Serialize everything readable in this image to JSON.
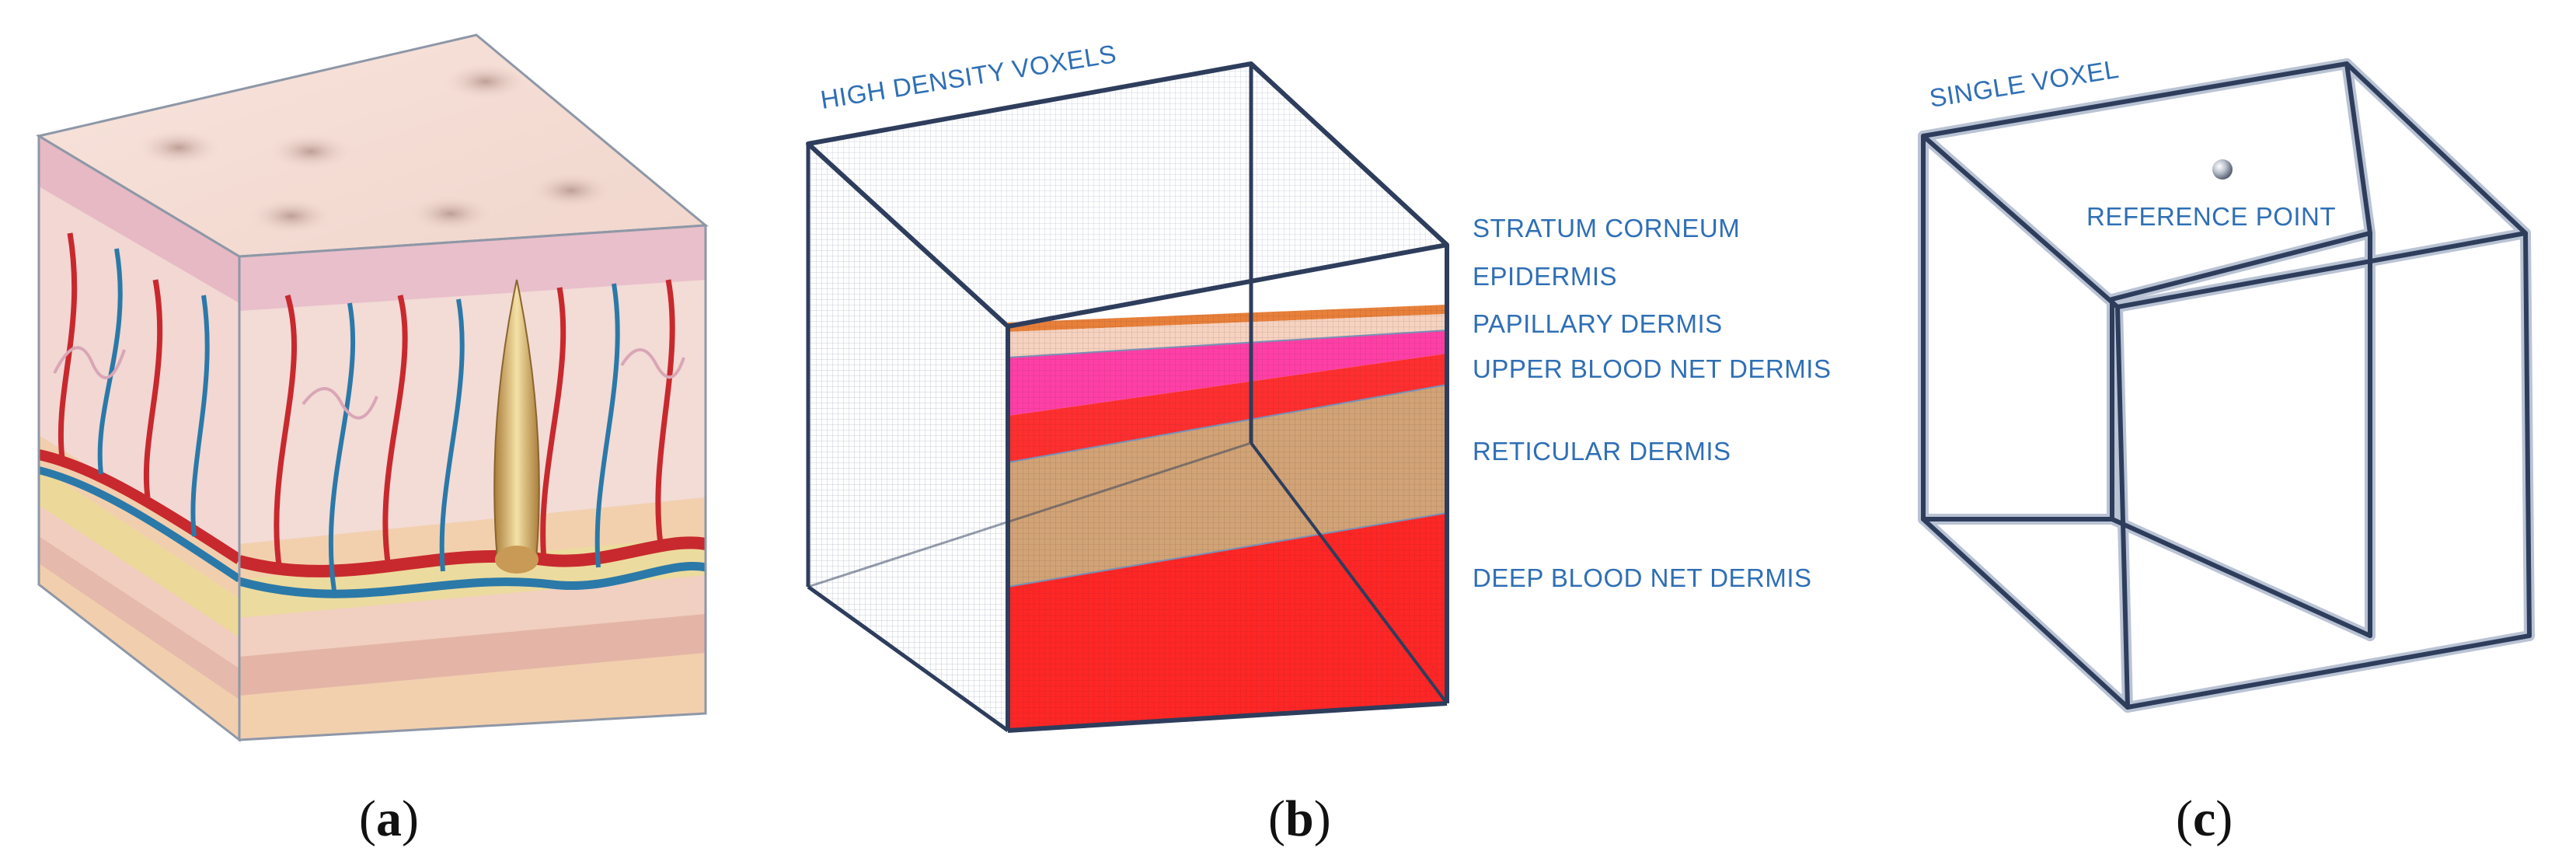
{
  "panel_a": {
    "caption_open": "(",
    "caption_letter": "a",
    "caption_close": ")"
  },
  "panel_b": {
    "title": "HIGH DENSITY VOXELS",
    "layers": [
      "STRATUM CORNEUM",
      "EPIDERMIS",
      "PAPILLARY DERMIS",
      "UPPER BLOOD NET DERMIS",
      "RETICULAR DERMIS",
      "DEEP BLOOD NET DERMIS"
    ],
    "caption_open": "(",
    "caption_letter": "b",
    "caption_close": ")"
  },
  "panel_c": {
    "title": "SINGLE VOXEL",
    "point_label": "REFERENCE POINT",
    "caption_open": "(",
    "caption_letter": "c",
    "caption_close": ")"
  },
  "colors": {
    "label_blue": "#2f6fb5",
    "cube_edge": "#2e3d5c",
    "stratum_corneum": "#e8803a",
    "epidermis": "#f6d2c0",
    "papillary_dermis": "#ff3fa7",
    "upper_blood_net": "#ff2f2f",
    "reticular_dermis": "#c9935e",
    "deep_blood_net": "#ff2626"
  }
}
